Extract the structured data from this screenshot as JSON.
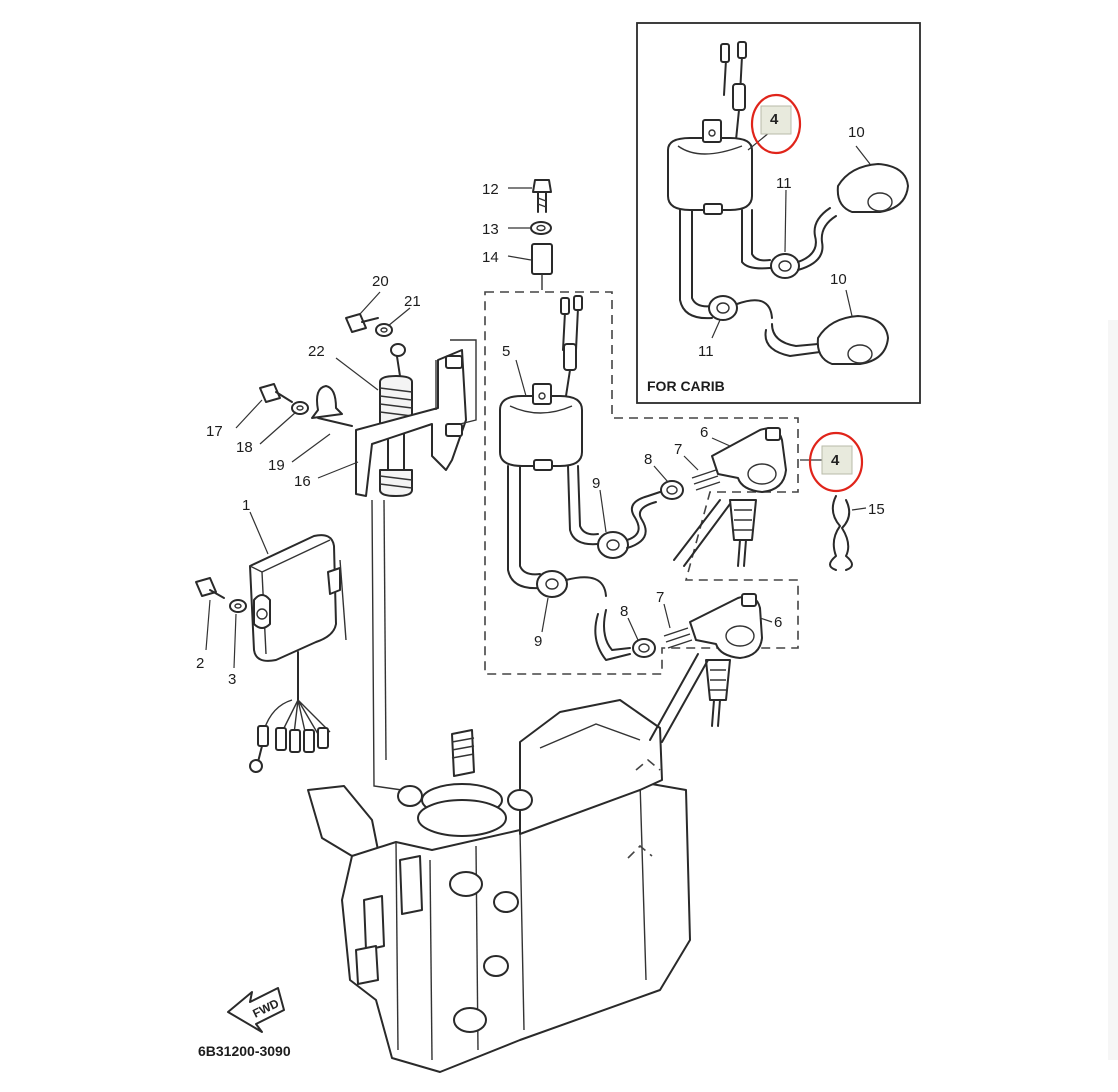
{
  "diagram": {
    "part_number": "6B31200-3090",
    "inset_caption": "FOR CARIB",
    "fwd_label": "FWD",
    "highlighted_label": "4",
    "callouts": {
      "c1": "1",
      "c2": "2",
      "c3": "3",
      "c5": "5",
      "c6a": "6",
      "c6b": "6",
      "c7a": "7",
      "c7b": "7",
      "c8a": "8",
      "c8b": "8",
      "c9a": "9",
      "c9b": "9",
      "c10a": "10",
      "c10b": "10",
      "c11a": "11",
      "c11b": "11",
      "c12": "12",
      "c13": "13",
      "c14": "14",
      "c15": "15",
      "c16": "16",
      "c17": "17",
      "c18": "18",
      "c19": "19",
      "c20": "20",
      "c21": "21",
      "c22": "22"
    },
    "colors": {
      "line": "#2a2a2a",
      "highlight_ring": "#e0241a",
      "highlight_box": "#e8eadd"
    }
  }
}
